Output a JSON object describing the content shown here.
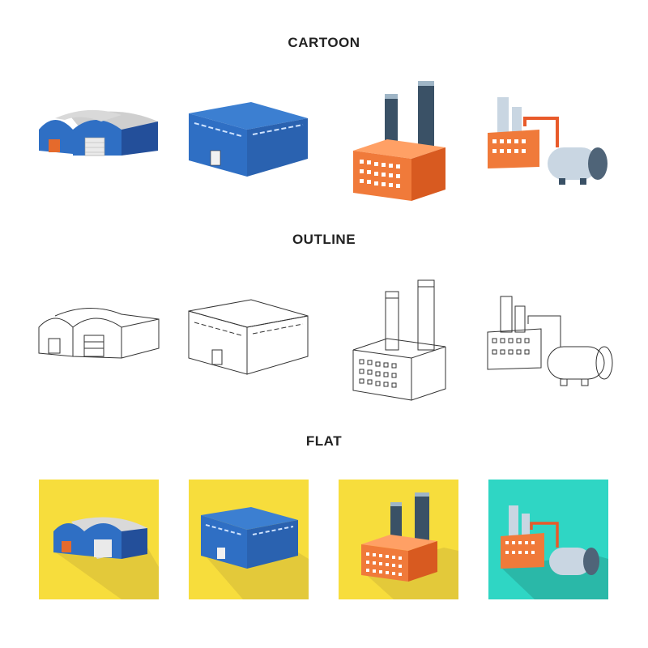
{
  "sections": {
    "cartoon": "CARTOON",
    "outline": "OUTLINE",
    "flat": "FLAT"
  },
  "icons": {
    "row_styles": [
      "cartoon",
      "outline",
      "flat"
    ],
    "names": [
      "hangar-icon",
      "warehouse-icon",
      "factory-chimneys-icon",
      "refinery-tank-icon"
    ]
  },
  "colors": {
    "blue": "#2f6fc4",
    "blue_dark": "#234f9a",
    "roof": "#d7d7d7",
    "orange": "#f07a3a",
    "orange_dark": "#d85a20",
    "chimney": "#3a5166",
    "tank": "#c9d6e2",
    "flat_yellow": "#f7dd3c",
    "flat_teal": "#2fd6c4",
    "shadow": "#d8c44a",
    "outline": "#333333"
  }
}
